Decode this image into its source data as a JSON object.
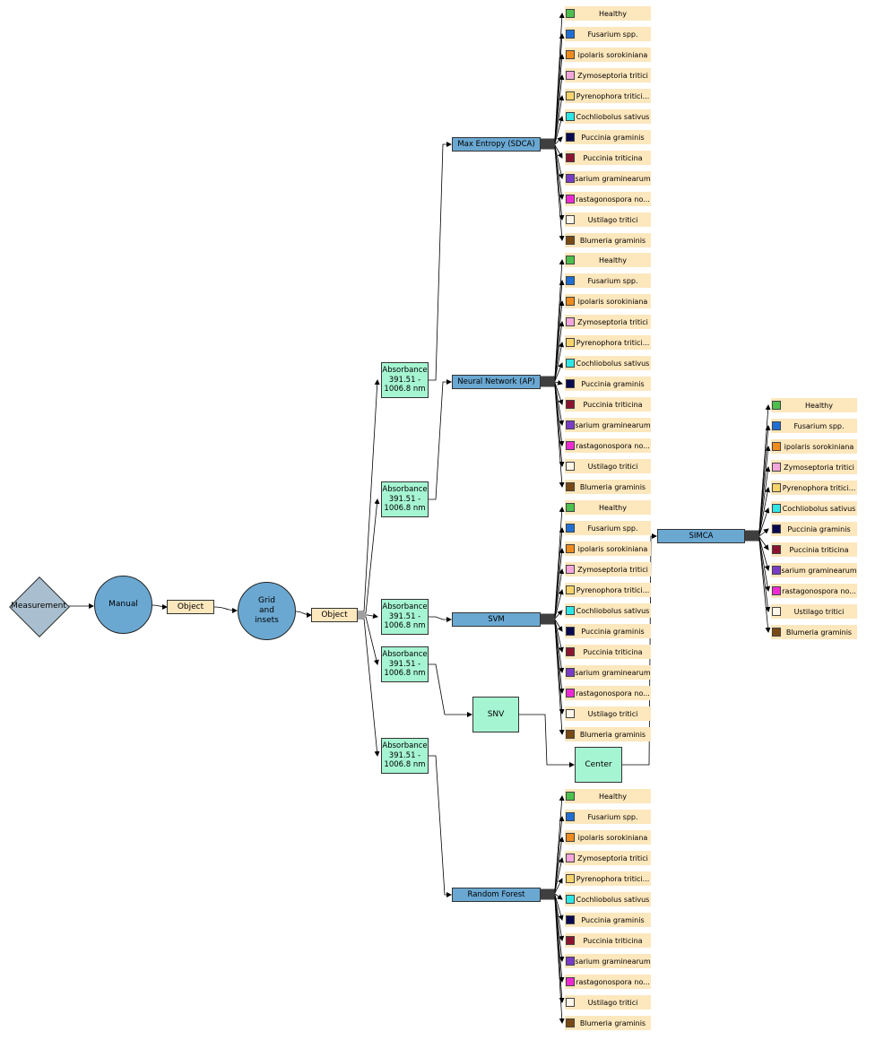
{
  "nodes": {
    "measurement": "Measurement",
    "manual": "Manual",
    "object1": "Object",
    "grid_insets": "Grid\nand\ninsets",
    "object2": "Object",
    "absorbance": [
      "Absorbance\n391.51 -\n1006.8 nm",
      "Absorbance\n391.51 -\n1006.8 nm",
      "Absorbance\n391.51 -\n1006.8 nm",
      "Absorbance\n391.51 -\n1006.8 nm",
      "Absorbance\n391.51 -\n1006.8 nm"
    ],
    "snv": "SNV",
    "center": "Center"
  },
  "models": [
    "Max Entropy (SDCA)",
    "Neural Network (AP)",
    "SVM",
    "SIMCA",
    "Random Forest"
  ],
  "classes": [
    {
      "label": "Healthy",
      "color": "#4cc04c"
    },
    {
      "label": "Fusarium spp.",
      "color": "#1f6fd6"
    },
    {
      "label": "ipolaris sorokiniana",
      "color": "#f08c1e"
    },
    {
      "label": "Zymoseptoria tritici",
      "color": "#f5a6dc"
    },
    {
      "label": "Pyrenophora tritici...",
      "color": "#f7d36a"
    },
    {
      "label": "Cochliobolus sativus",
      "color": "#2ee6e6"
    },
    {
      "label": "Puccinia graminis",
      "color": "#0a0a50"
    },
    {
      "label": "Puccinia triticina",
      "color": "#8c1430"
    },
    {
      "label": "sarium graminearum",
      "color": "#7a3cc8"
    },
    {
      "label": "rastagonospora no...",
      "color": "#ee2ad6"
    },
    {
      "label": "Ustilago tritici",
      "color": "#fff6ea"
    },
    {
      "label": "Blumeria graminis",
      "color": "#7a4a14"
    }
  ]
}
